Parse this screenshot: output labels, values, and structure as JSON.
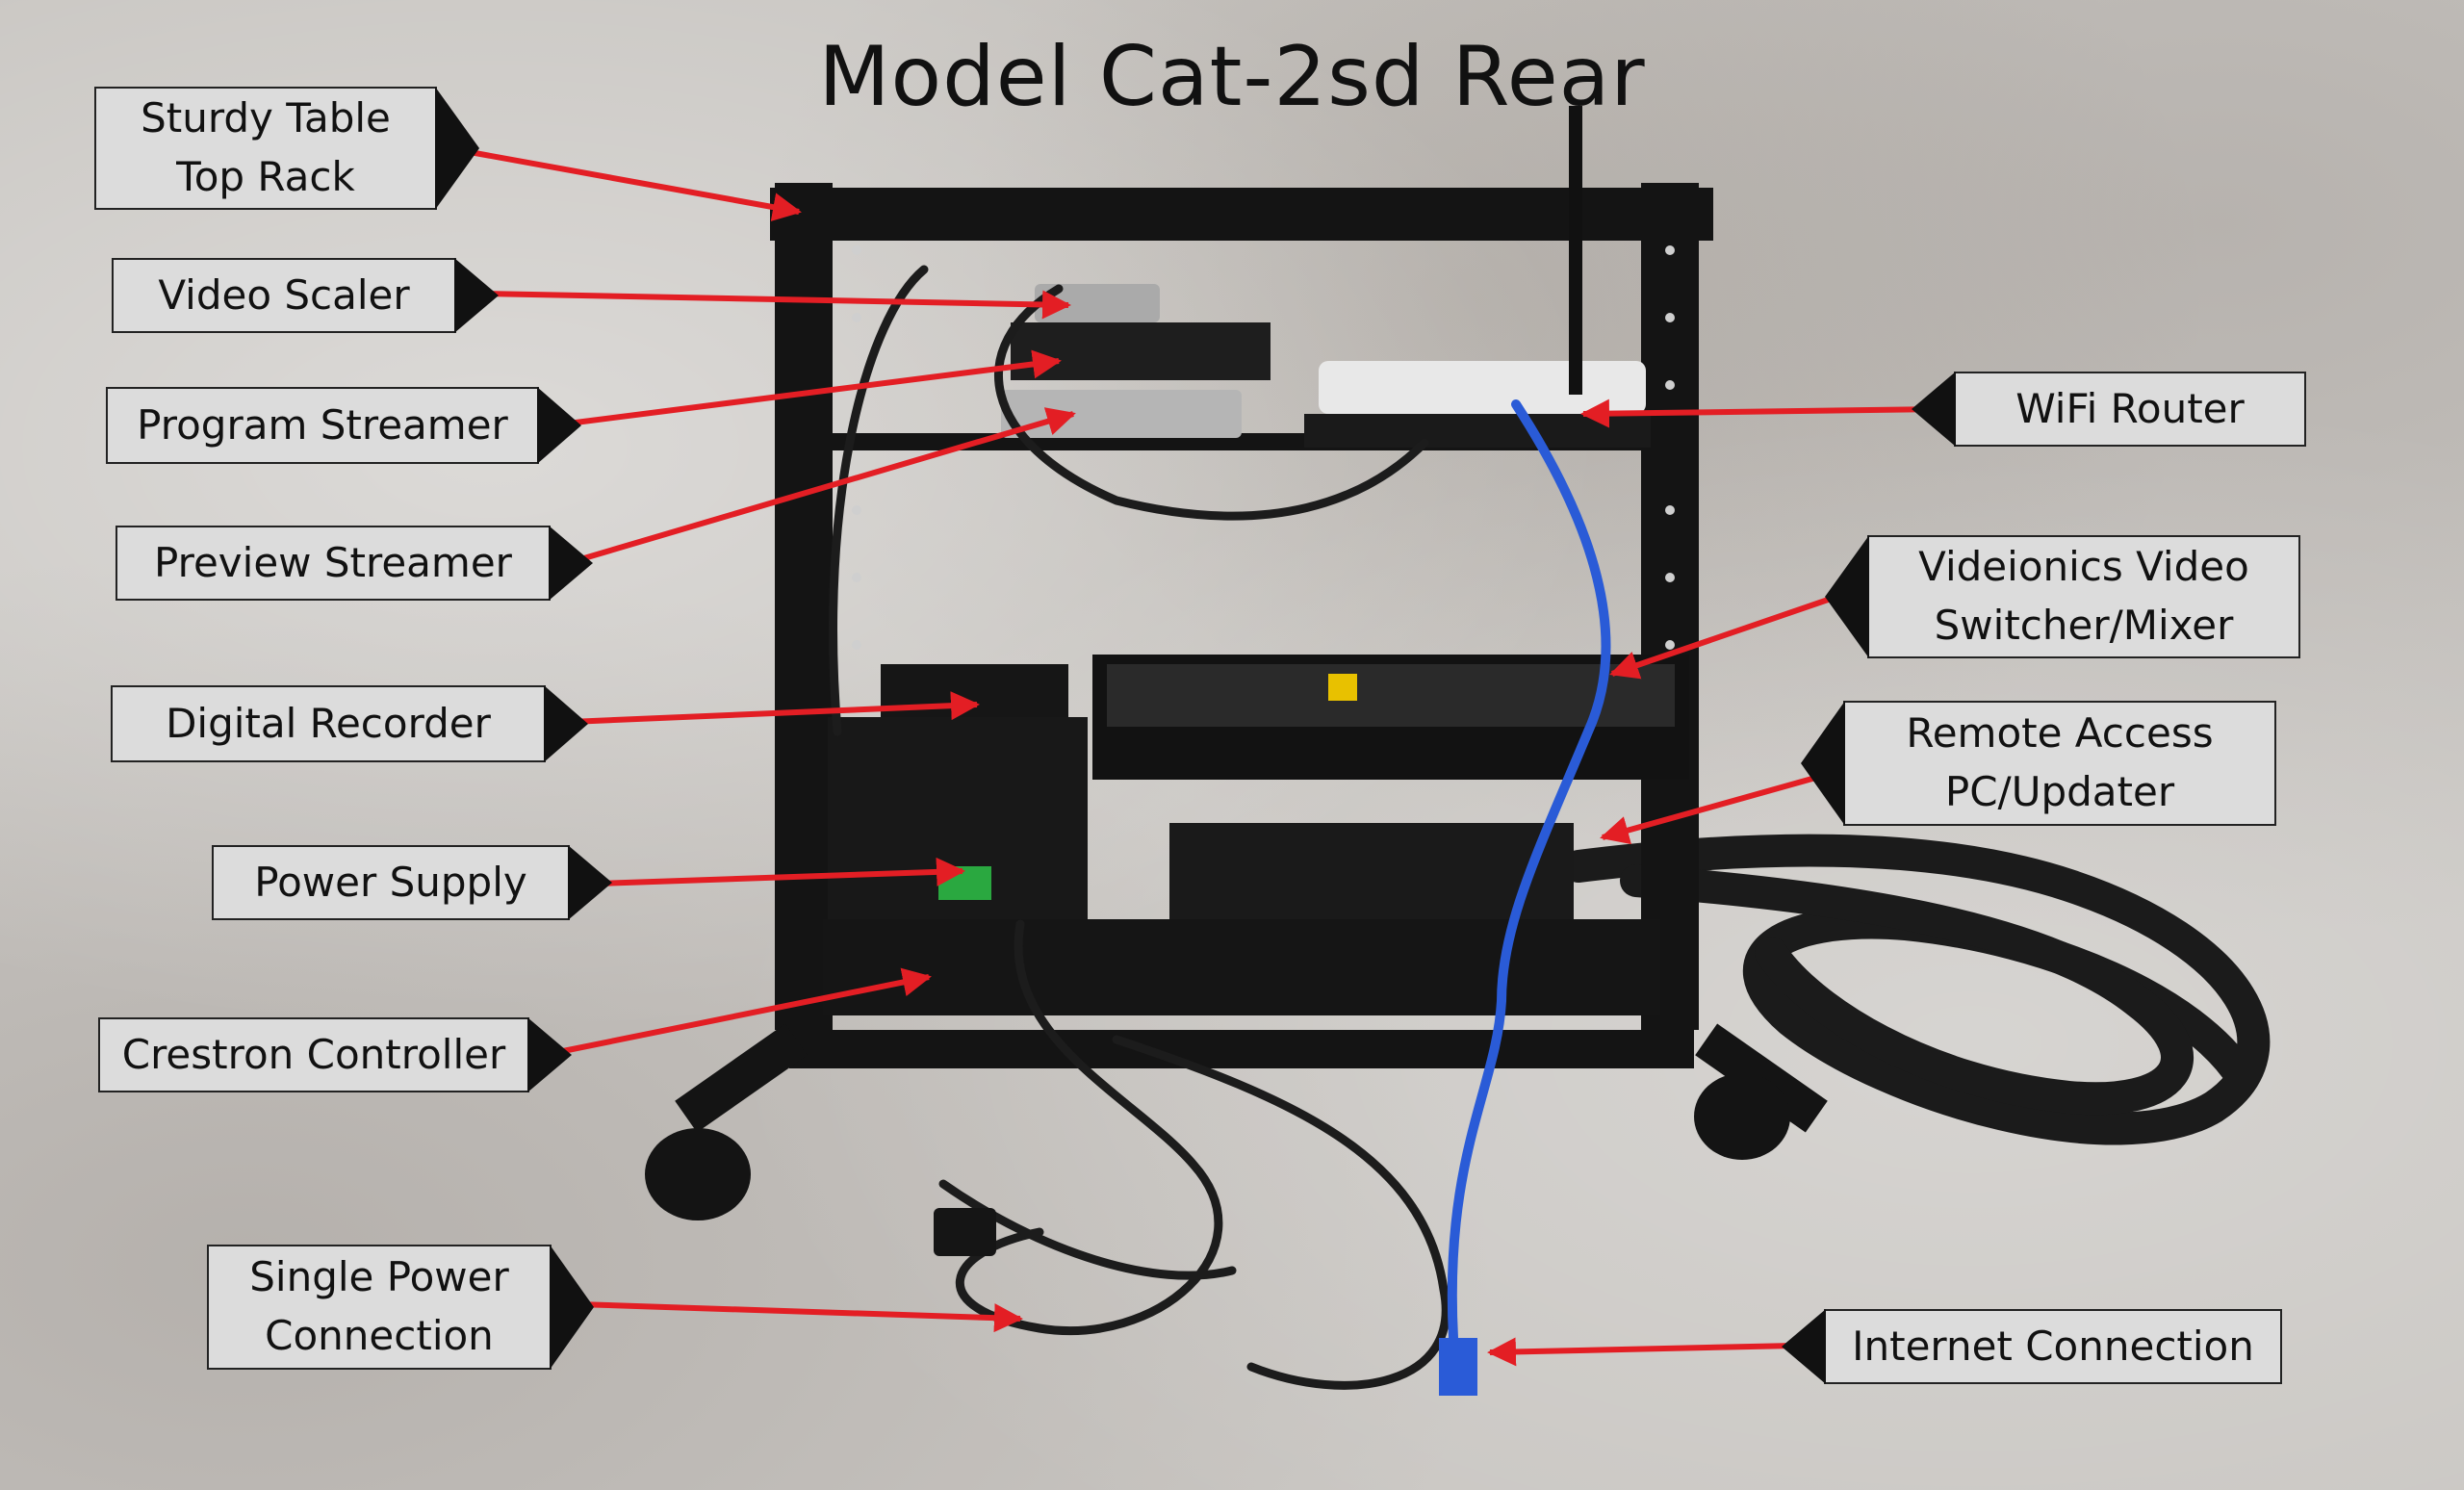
{
  "title": "Model Cat-2sd Rear",
  "colors": {
    "arrow": "#e31e24",
    "label_bg": "#dcdcdc",
    "rack": "#141414",
    "cable_blue": "#2a5bd7"
  },
  "labels": {
    "sturdy_table_top_rack": "Sturdy Table\nTop Rack",
    "video_scaler": "Video Scaler",
    "program_streamer": "Program Streamer",
    "preview_streamer": "Preview Streamer",
    "digital_recorder": "Digital Recorder",
    "power_supply": "Power Supply",
    "crestron_controller": "Crestron Controller",
    "single_power_connection": "Single Power\nConnection",
    "wifi_router": "WiFi Router",
    "videionics_switcher": "Videionics Video\nSwitcher/Mixer",
    "remote_access_pc": "Remote Access\nPC/Updater",
    "internet_connection": "Internet Connection"
  }
}
